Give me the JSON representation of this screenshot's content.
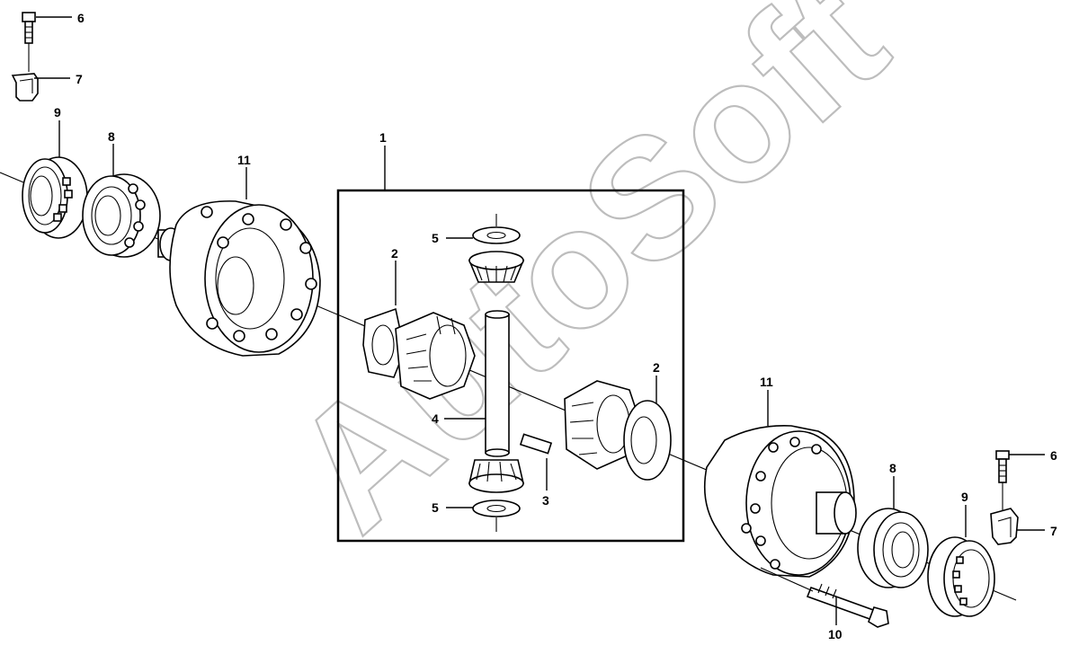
{
  "watermark": "AutoSoft",
  "callouts": [
    {
      "id": "c6a",
      "label": "6"
    },
    {
      "id": "c7a",
      "label": "7"
    },
    {
      "id": "c9a",
      "label": "9"
    },
    {
      "id": "c8a",
      "label": "8"
    },
    {
      "id": "c11a",
      "label": "11"
    },
    {
      "id": "c1",
      "label": "1"
    },
    {
      "id": "c5a",
      "label": "5"
    },
    {
      "id": "c2a",
      "label": "2"
    },
    {
      "id": "c4",
      "label": "4"
    },
    {
      "id": "c2b",
      "label": "2"
    },
    {
      "id": "c5b",
      "label": "5"
    },
    {
      "id": "c3",
      "label": "3"
    },
    {
      "id": "c11b",
      "label": "11"
    },
    {
      "id": "c6b",
      "label": "6"
    },
    {
      "id": "c8b",
      "label": "8"
    },
    {
      "id": "c9b",
      "label": "9"
    },
    {
      "id": "c7b",
      "label": "7"
    },
    {
      "id": "c10",
      "label": "10"
    }
  ]
}
